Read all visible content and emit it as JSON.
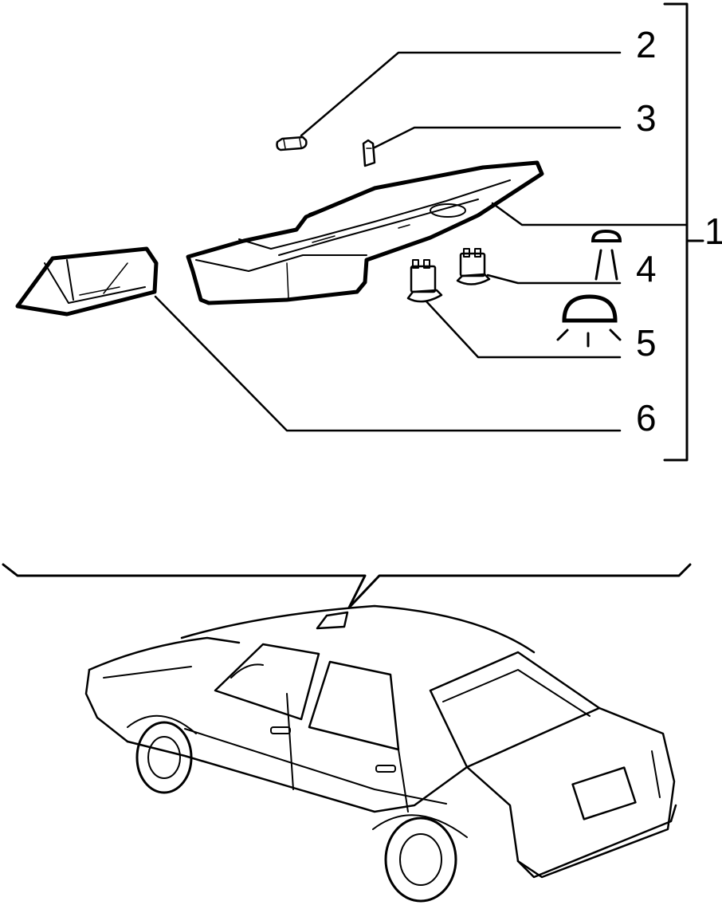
{
  "callouts": {
    "c1": "1",
    "c2": "2",
    "c3": "3",
    "c4": "4",
    "c5": "5",
    "c6": "6"
  },
  "colors": {
    "ink": "#000000",
    "paper": "#ffffff"
  },
  "icons": [
    "reading-lamp-icon",
    "dome-light-icon"
  ]
}
